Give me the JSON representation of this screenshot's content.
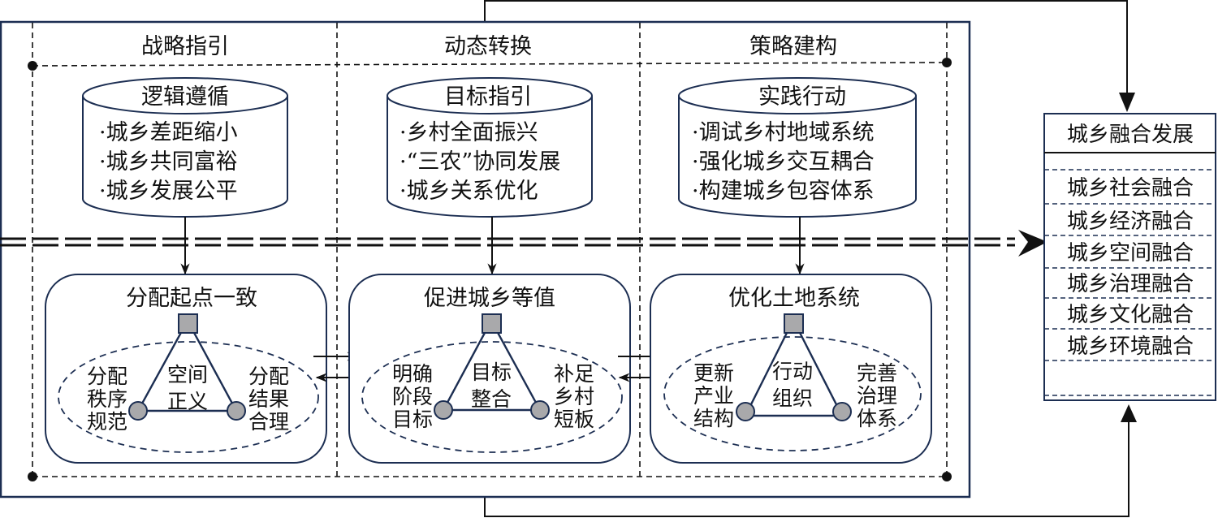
{
  "colors": {
    "navy": "#1c2e52",
    "line": "#111111",
    "node_fill": "#a9a9ab"
  },
  "columns": [
    {
      "header": "战略指引",
      "cylinder": {
        "title": "逻辑遵循",
        "items": [
          "·城乡差距缩小",
          "·城乡共同富裕",
          "·城乡发展公平"
        ]
      },
      "box": {
        "title": "分配起点一致",
        "left": [
          "分配",
          "秩序",
          "规范"
        ],
        "center": [
          "空间",
          "正义"
        ],
        "right": [
          "分配",
          "结果",
          "合理"
        ]
      }
    },
    {
      "header": "动态转换",
      "cylinder": {
        "title": "目标指引",
        "items": [
          "·乡村全面振兴",
          "·“三农”协同发展",
          "·城乡关系优化"
        ]
      },
      "box": {
        "title": "促进城乡等值",
        "left": [
          "明确",
          "阶段",
          "目标"
        ],
        "center": [
          "目标",
          "整合"
        ],
        "right": [
          "补足",
          "乡村",
          "短板"
        ]
      }
    },
    {
      "header": "策略建构",
      "cylinder": {
        "title": "实践行动",
        "items": [
          "·调试乡村地域系统",
          "·强化城乡交互耦合",
          "·构建城乡包容体系"
        ]
      },
      "box": {
        "title": "优化土地系统",
        "left": [
          "更新",
          "产业",
          "结构"
        ],
        "center": [
          "行动",
          "组织"
        ],
        "right": [
          "完善",
          "治理",
          "体系"
        ]
      }
    }
  ],
  "output": {
    "title": "城乡融合发展",
    "items": [
      "城乡社会融合",
      "城乡经济融合",
      "城乡空间融合",
      "城乡治理融合",
      "城乡文化融合",
      "城乡环境融合"
    ]
  }
}
